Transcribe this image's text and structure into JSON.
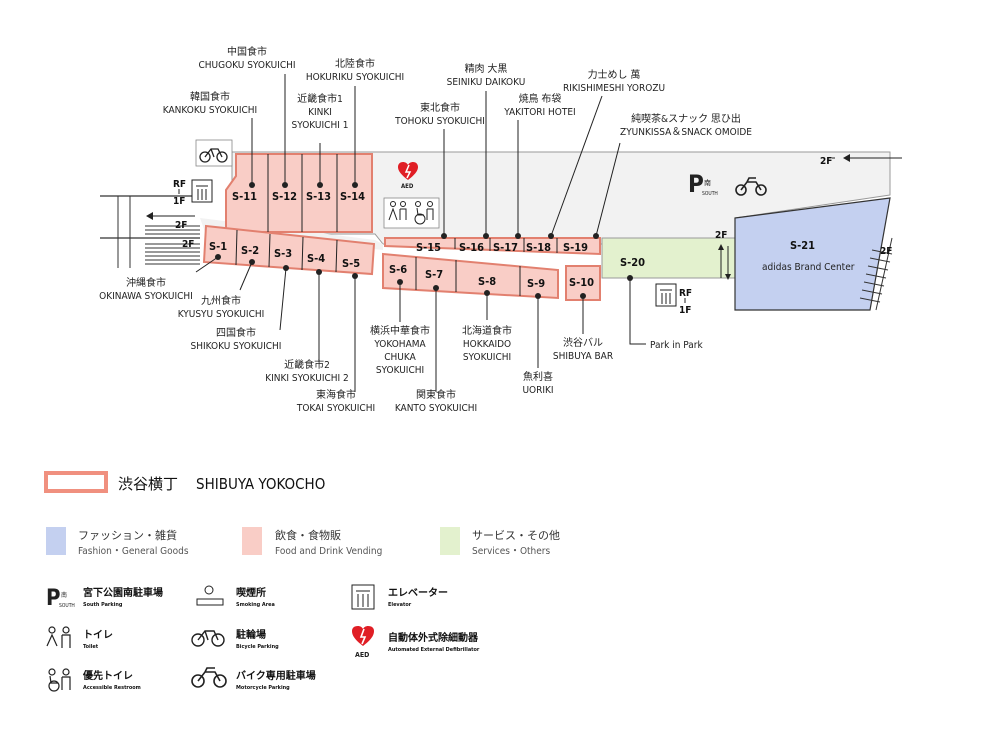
{
  "colors": {
    "food": "#f9cdc6",
    "food_border": "#e2806f",
    "fashion": "#c4d0f0",
    "service": "#e3f1ce",
    "corridor": "#f2f2f2",
    "aed": "#e01e25"
  },
  "units": {
    "s1": "S-1",
    "s2": "S-2",
    "s3": "S-3",
    "s4": "S-4",
    "s5": "S-5",
    "s6": "S-6",
    "s7": "S-7",
    "s8": "S-8",
    "s9": "S-9",
    "s10": "S-10",
    "s11": "S-11",
    "s12": "S-12",
    "s13": "S-13",
    "s14": "S-14",
    "s15": "S-15",
    "s16": "S-16",
    "s17": "S-17",
    "s18": "S-18",
    "s19": "S-19",
    "s20": "S-20",
    "s21": "S-21"
  },
  "stores": {
    "chugoku": {
      "jp": "中国食市",
      "en": "CHUGOKU SYOKUICHI"
    },
    "hokuriku": {
      "jp": "北陸食市",
      "en": "HOKURIKU SYOKUICHI"
    },
    "kankoku": {
      "jp": "韓国食市",
      "en": "KANKOKU SYOKUICHI"
    },
    "kinki1": {
      "jp": "近畿食市1",
      "en1": "KINKI",
      "en2": "SYOKUICHI 1"
    },
    "seiniku": {
      "jp": "精肉 大黒",
      "en": "SEINIKU DAIKOKU"
    },
    "rikishimeshi": {
      "jp": "力士めし 萬",
      "en": "RIKISHIMESHI YOROZU"
    },
    "tohoku": {
      "jp": "東北食市",
      "en": "TOHOKU SYOKUICHI"
    },
    "yakitori": {
      "jp": "焼鳥 布袋",
      "en": "YAKITORI HOTEI"
    },
    "zyunkissa": {
      "jp": "純喫茶&スナック 思ひ出",
      "en": "ZYUNKISSA＆SNACK OMOIDE"
    },
    "okinawa": {
      "jp": "沖縄食市",
      "en": "OKINAWA SYOKUICHI"
    },
    "kyusyu": {
      "jp": "九州食市",
      "en": "KYUSYU SYOKUICHI"
    },
    "shikoku": {
      "jp": "四国食市",
      "en": "SHIKOKU SYOKUICHI"
    },
    "kinki2": {
      "jp": "近畿食市2",
      "en": "KINKI SYOKUICHI 2"
    },
    "tokai": {
      "jp": "東海食市",
      "en": "TOKAI SYOKUICHI"
    },
    "yokohama": {
      "jp": "横浜中華食市",
      "en1": "YOKOHAMA",
      "en2": "CHUKA",
      "en3": "SYOKUICHI"
    },
    "kanto": {
      "jp": "関東食市",
      "en": "KANTO SYOKUICHI"
    },
    "hokkaido": {
      "jp": "北海道食市",
      "en1": "HOKKAIDO",
      "en2": "SYOKUICHI"
    },
    "uoriki": {
      "jp": "魚利喜",
      "en": "UORIKI"
    },
    "shibuyabar": {
      "jp": "渋谷バル",
      "en": "SHIBUYA BAR"
    },
    "parkinpark": {
      "en": "Park in Park"
    },
    "adidas": {
      "en": "adidas Brand Center"
    }
  },
  "floors": {
    "rf": "RF",
    "f1": "1F",
    "f2": "2F"
  },
  "aed_label": "AED",
  "south_label": "SOUTH",
  "south_kanji": "南",
  "legend": {
    "title_jp": "渋谷横丁",
    "title_en": "SHIBUYA YOKOCHO",
    "categories": [
      {
        "jp": "ファッション・雑貨",
        "en": "Fashion・General Goods"
      },
      {
        "jp": "飲食・食物販",
        "en": "Food and Drink Vending"
      },
      {
        "jp": "サービス・その他",
        "en": "Services・Others"
      }
    ],
    "icons": {
      "south_parking": {
        "jp": "宮下公園南駐車場",
        "en": "South Parking"
      },
      "smoking": {
        "jp": "喫煙所",
        "en": "Smoking Area"
      },
      "elevator": {
        "jp": "エレベーター",
        "en": "Elevator"
      },
      "toilet": {
        "jp": "トイレ",
        "en": "Toilet"
      },
      "bicycle": {
        "jp": "駐輪場",
        "en": "Bicycle Parking"
      },
      "aed": {
        "jp": "自動体外式除細動器",
        "en": "Automated External Defibrillator"
      },
      "accessible": {
        "jp": "優先トイレ",
        "en": "Accessible Restroom"
      },
      "motorcycle": {
        "jp": "バイク専用駐車場",
        "en": "Motorcycle Parking"
      }
    }
  }
}
